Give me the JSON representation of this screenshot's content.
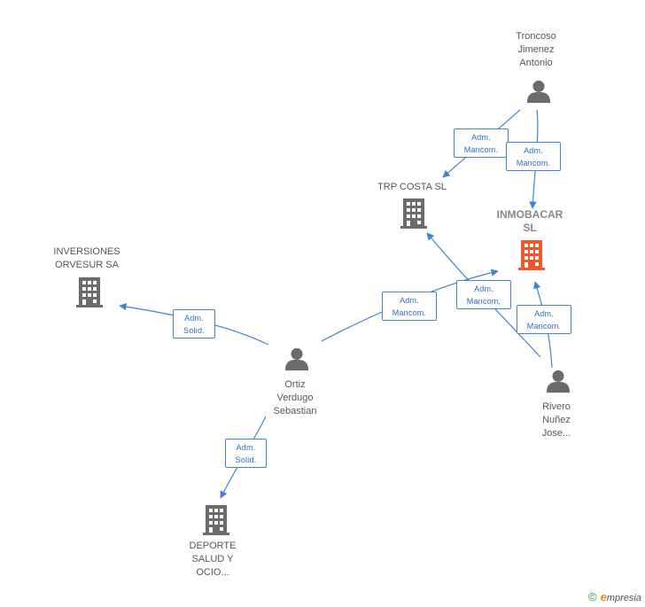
{
  "nodes": {
    "troncoso": {
      "label": "Troncoso\nJimenez\nAntonio",
      "kind": "person"
    },
    "trp": {
      "label": "TRP COSTA SL",
      "kind": "company"
    },
    "inmobacar": {
      "label": "INMOBACAR\nSL",
      "kind": "company-main"
    },
    "inversiones": {
      "label": "INVERSIONES\nORVESUR SA",
      "kind": "company"
    },
    "ortiz": {
      "label": "Ortiz\nVerdugo\nSebastian",
      "kind": "person"
    },
    "rivero": {
      "label": "Rivero\nNuñez\nJose...",
      "kind": "person"
    },
    "deporte": {
      "label": "DEPORTE\nSALUD Y\nOCIO...",
      "kind": "company"
    }
  },
  "edges": [
    {
      "from": "troncoso",
      "to": "trp",
      "role": [
        "Adm.",
        "Mancom."
      ]
    },
    {
      "from": "troncoso",
      "to": "inmobacar",
      "role": [
        "Adm.",
        "Mancom."
      ]
    },
    {
      "from": "ortiz",
      "to": "inversiones",
      "role": [
        "Adm.",
        "Solid."
      ]
    },
    {
      "from": "ortiz",
      "to": "inmobacar",
      "role": [
        "Adm.",
        "Mancom."
      ]
    },
    {
      "from": "rivero",
      "to": "trp",
      "role": [
        "Adm.",
        "Mancom."
      ]
    },
    {
      "from": "rivero",
      "to": "inmobacar",
      "role": [
        "Adm.",
        "Mancom."
      ]
    },
    {
      "from": "ortiz",
      "to": "deporte",
      "role": [
        "Adm.",
        "Solid."
      ]
    }
  ],
  "footer": {
    "copyright": "©",
    "brand_initial": "e",
    "brand_rest": "mpresia"
  },
  "colors": {
    "line": "#3f84cf",
    "icon": "#6b6b6b",
    "main_icon": "#f0582b"
  }
}
